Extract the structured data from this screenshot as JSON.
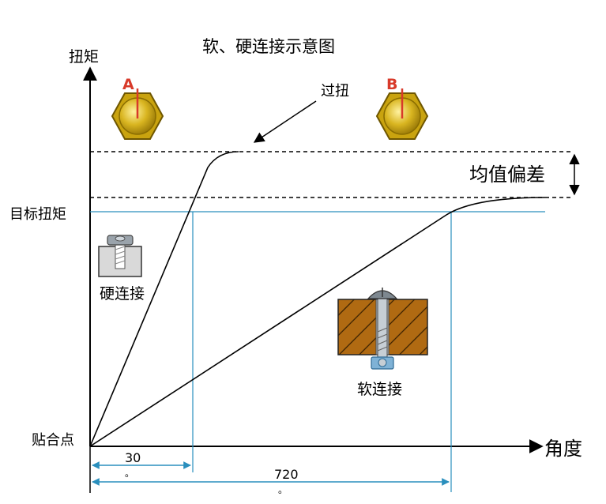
{
  "title": "软、硬连接示意图",
  "axes": {
    "y_label": "扭矩",
    "x_label": "角度",
    "origin_label": "贴合点",
    "target_label": "目标扭矩"
  },
  "annotations": {
    "overtorque": "过扭",
    "mean_deviation": "均值偏差",
    "hard_joint": "硬连接",
    "soft_joint": "软连接",
    "bolt_a": "A",
    "bolt_b": "B"
  },
  "dimensions": {
    "hard_angle": "30",
    "hard_angle_unit": "。",
    "soft_angle": "720",
    "soft_angle_unit": "。"
  },
  "colors": {
    "axis": "#000000",
    "guide": "#2a8fbd",
    "bolt_gold": "#d4b017",
    "bolt_outline": "#8a6d00",
    "marker_red": "#d83a2a",
    "wood": "#b06a12",
    "bolt_steel": "#8f9aa3",
    "nut_blue": "#7fb2d6"
  }
}
